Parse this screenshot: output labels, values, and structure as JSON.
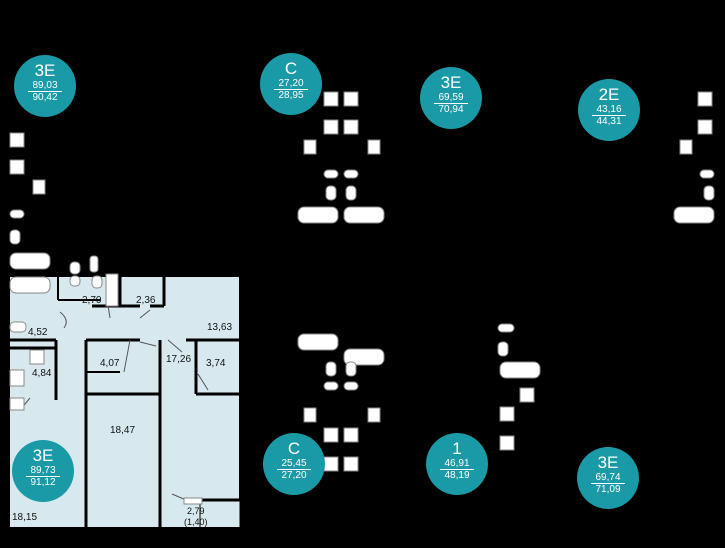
{
  "apartments": [
    {
      "type": "3Е",
      "area_living": "89,03",
      "area_total": "90,42"
    },
    {
      "type": "С",
      "area_living": "27,20",
      "area_total": "28,95"
    },
    {
      "type": "3Е",
      "area_living": "69,59",
      "area_total": "70,94"
    },
    {
      "type": "2Е",
      "area_living": "43,16",
      "area_total": "44,31"
    },
    {
      "type": "3Е",
      "area_living": "89,73",
      "area_total": "91,12"
    },
    {
      "type": "С",
      "area_living": "25,45",
      "area_total": "27,20"
    },
    {
      "type": "1",
      "area_living": "46,91",
      "area_total": "48,19"
    },
    {
      "type": "3Е",
      "area_living": "69,74",
      "area_total": "71,09"
    }
  ],
  "rooms": {
    "r1": "2,70",
    "r2": "2,36",
    "r3": "13,63",
    "r4": "4,52",
    "r5": "4,84",
    "r6": "4,07",
    "r7": "17,26",
    "r8": "3,74",
    "r9": "18,47",
    "r10": "18,15",
    "r11": "2,79",
    "r11b": "(1,40)"
  },
  "colors": {
    "background": "#000000",
    "badge": "#1a9aa6",
    "room_fill": "#d7e9ef",
    "wall": "#000000"
  }
}
